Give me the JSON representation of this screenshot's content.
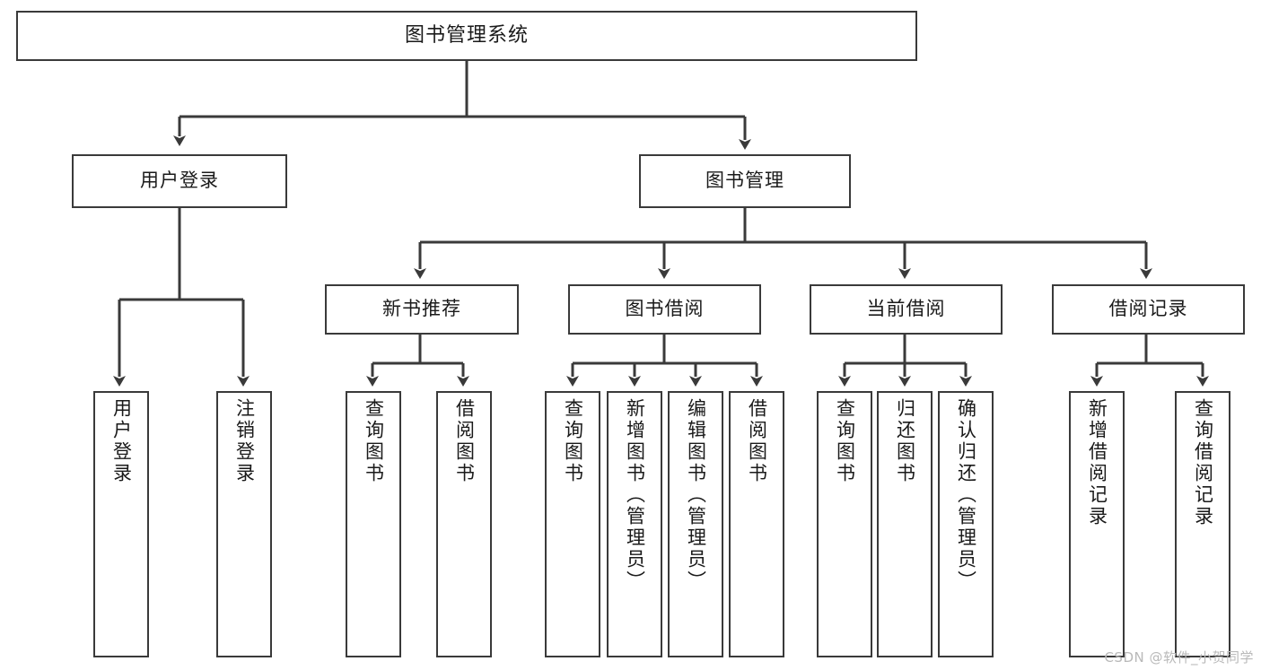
{
  "diagram": {
    "type": "tree-hierarchy",
    "root": {
      "label": "图书管理系统"
    },
    "level2": [
      {
        "label": "用户登录"
      },
      {
        "label": "图书管理"
      }
    ],
    "level3": [
      {
        "label": "新书推荐"
      },
      {
        "label": "图书借阅"
      },
      {
        "label": "当前借阅"
      },
      {
        "label": "借阅记录"
      }
    ],
    "leaves": {
      "user_login": [
        {
          "label": "用户登录"
        },
        {
          "label": "注销登录"
        }
      ],
      "new_book_recommend": [
        {
          "label": "查询图书"
        },
        {
          "label": "借阅图书"
        }
      ],
      "book_borrow": [
        {
          "label": "查询图书"
        },
        {
          "label": "新增图书（管理员）"
        },
        {
          "label": "编辑图书（管理员）"
        },
        {
          "label": "借阅图书"
        }
      ],
      "current_borrow": [
        {
          "label": "查询图书"
        },
        {
          "label": "归还图书"
        },
        {
          "label": "确认归还（管理员）"
        }
      ],
      "borrow_record": [
        {
          "label": "新增借阅记录"
        },
        {
          "label": "查询借阅记录"
        }
      ]
    }
  },
  "watermark": {
    "text": "CSDN @软件_小贺同学"
  },
  "colors": {
    "border": "#3a3a3a",
    "background": "#ffffff",
    "text": "#1a1a1a",
    "watermark": "#b9b9b9"
  }
}
